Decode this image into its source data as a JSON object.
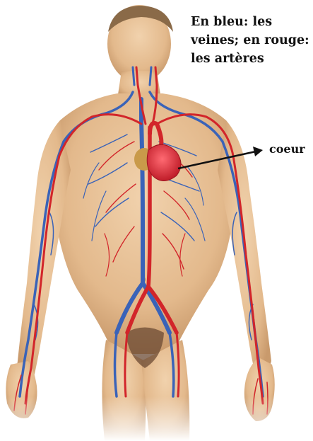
{
  "legend": {
    "lines": [
      "En bleu: les",
      "veines; en rouge:",
      "les artères"
    ]
  },
  "labels": {
    "heart": "coeur"
  },
  "colors": {
    "veins": "#3a63b8",
    "arteries": "#d2252a",
    "skin": "#e8c39a",
    "skin_shadow": "#c99a6c",
    "heart": "#e0313e",
    "background": "#ffffff"
  }
}
